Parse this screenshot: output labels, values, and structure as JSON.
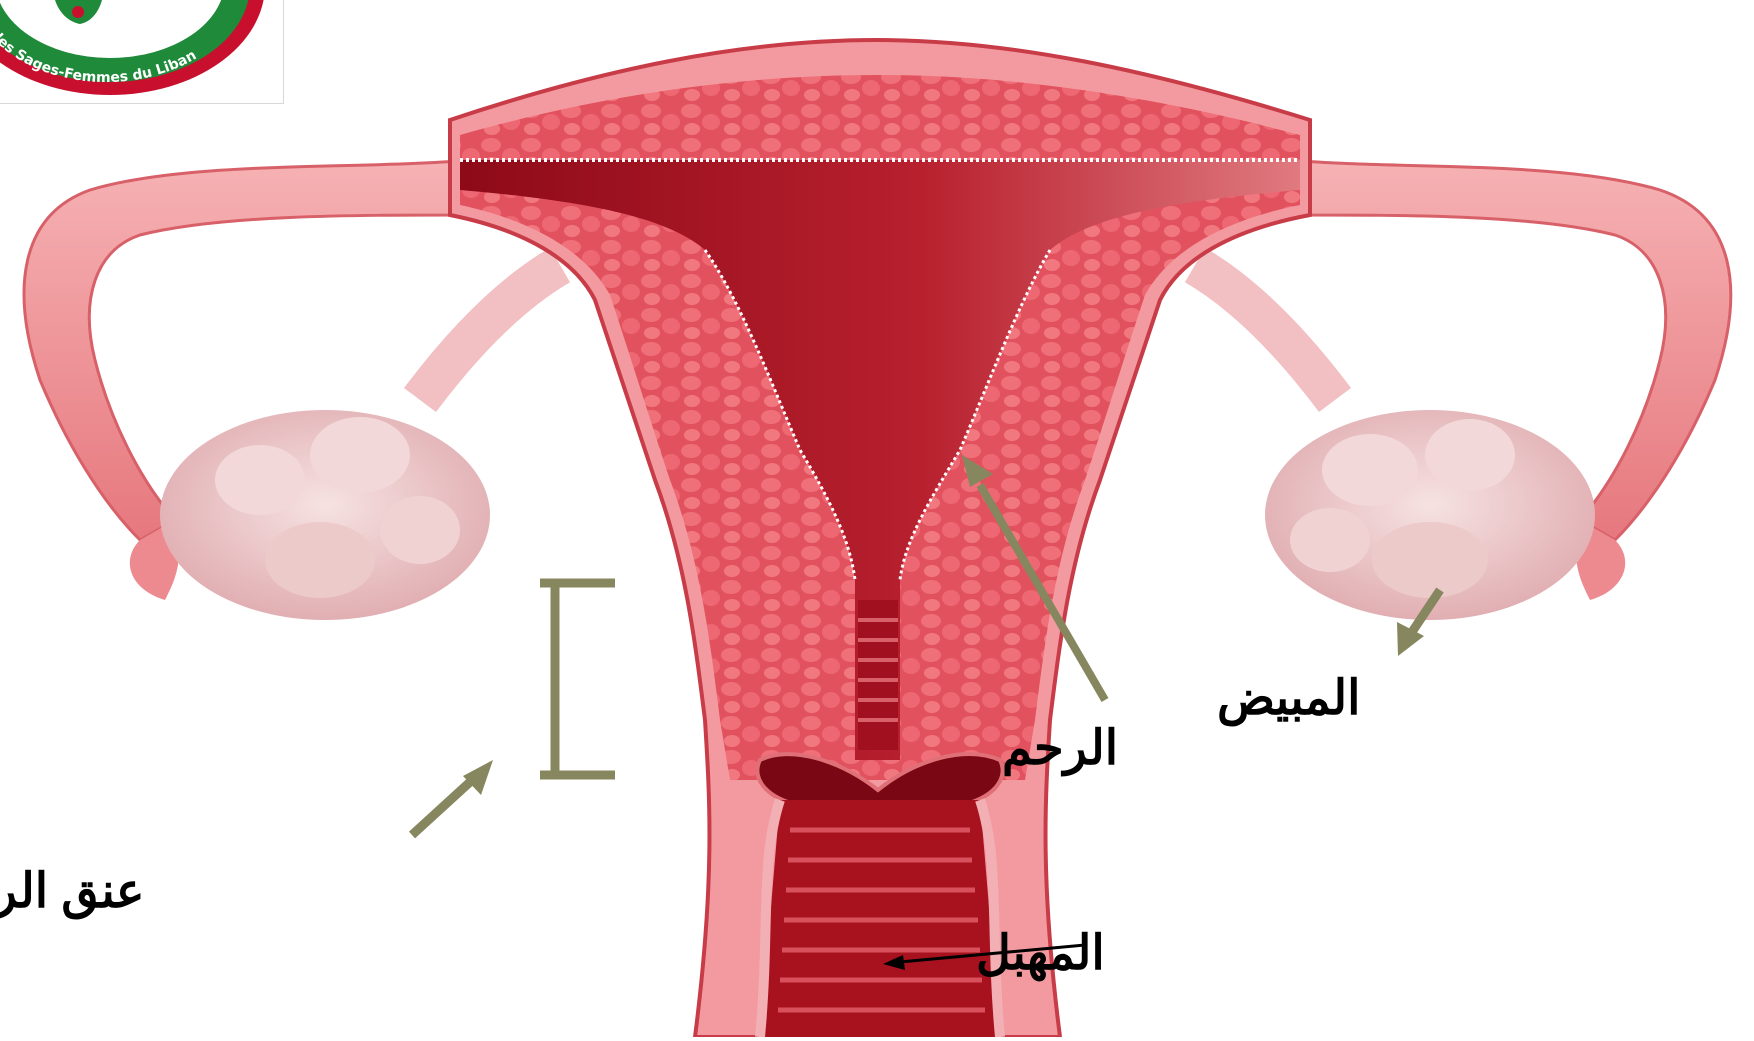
{
  "labels": {
    "ovary": "المبيض",
    "uterus": "الرحم",
    "cervix": "عنق الرحم",
    "vagina": "المهبل"
  },
  "logo": {
    "text": "des Sages-Femmes du Liban"
  },
  "colors": {
    "tissue_light": "#f4a3a6",
    "tissue_mid": "#e8606a",
    "cavity_dark": "#9e1020",
    "ovary": "#ecc8c8",
    "arrow_olive": "#87875f",
    "logo_green": "#1f8a3a",
    "logo_red": "#c8102e"
  }
}
